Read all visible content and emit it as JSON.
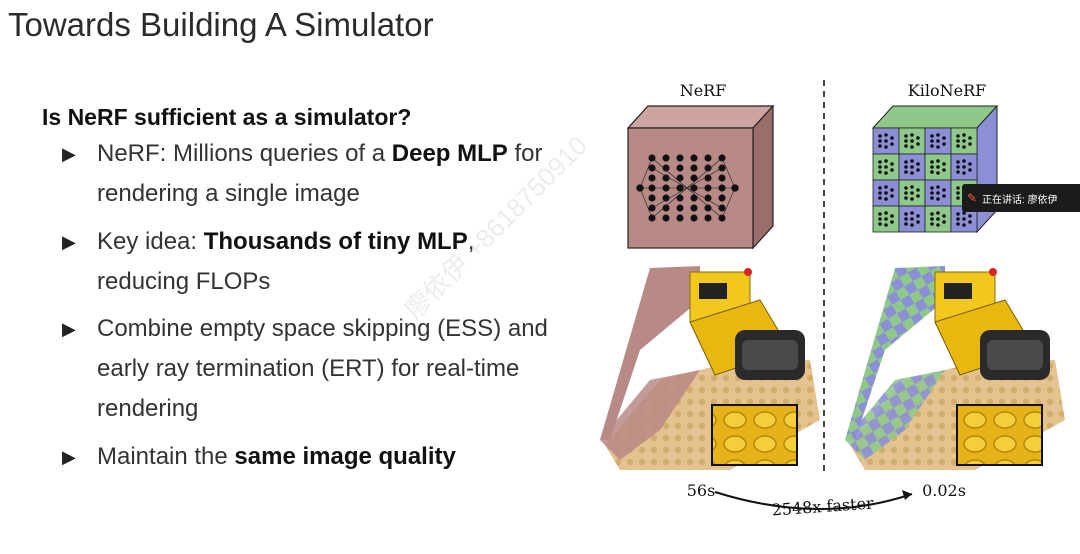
{
  "slide": {
    "title": "Towards Building A Simulator",
    "question": "Is NeRF sufficient as a simulator?",
    "bullets": [
      {
        "pre": "NeRF: Millions queries of a ",
        "bold": "Deep MLP",
        "post": " for rendering a single image"
      },
      {
        "pre": "Key idea: ",
        "bold": "Thousands of tiny MLP",
        "post": ", reducing FLOPs"
      },
      {
        "pre": "Combine empty space skipping (ESS) and early ray termination (ERT) for real-time rendering",
        "bold": "",
        "post": ""
      },
      {
        "pre": "Maintain the ",
        "bold": "same image quality",
        "post": ""
      }
    ],
    "bullet_glyph": "▶"
  },
  "figure": {
    "left_label": "NeRF",
    "right_label": "KiloNeRF",
    "left_time": "56s",
    "right_time": "0.02s",
    "speedup_label": "2548x faster",
    "colors": {
      "nerf_box": "#b88a86",
      "kilo_purple": "#8c8fd6",
      "kilo_green": "#8fc98a",
      "lego_yellow": "#f2c81e"
    }
  },
  "overlay": {
    "speaking_prefix": "正在讲话:",
    "speaker": "廖依伊",
    "mic_icon": "mic-muted-icon"
  },
  "watermark": "廖依伊 +8618750910"
}
